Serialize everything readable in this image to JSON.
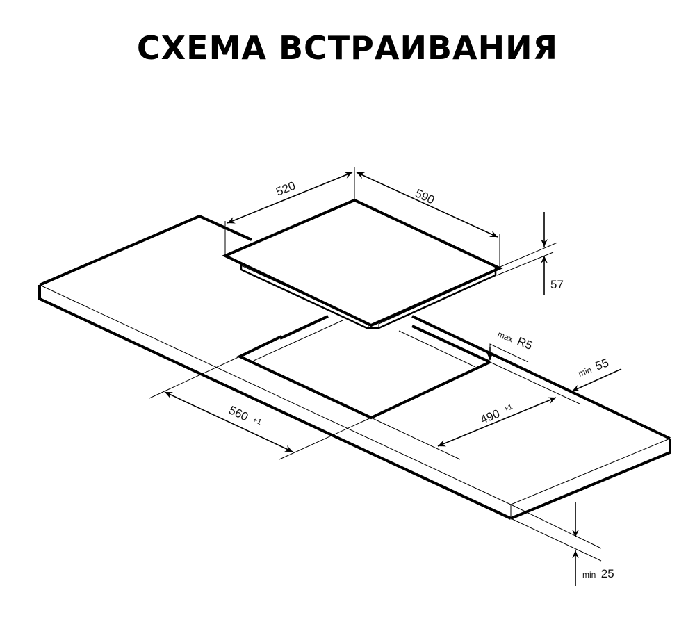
{
  "title": "СХЕМА ВСТРАИВАНИЯ",
  "diagram": {
    "subject": "built-in hob installation scheme (isometric)",
    "hob": {
      "width": "590",
      "depth": "520",
      "height": "57"
    },
    "cutout": {
      "width_value": "560",
      "width_tolerance": "+1",
      "depth_value": "490",
      "depth_tolerance": "+1",
      "corner_radius_prefix": "max",
      "corner_radius_value": "R5"
    },
    "clearances": {
      "edge_prefix": "min",
      "edge_value": "55",
      "thickness_prefix": "min",
      "thickness_value": "25"
    },
    "colors": {
      "line": "#000000",
      "background": "#ffffff"
    }
  }
}
